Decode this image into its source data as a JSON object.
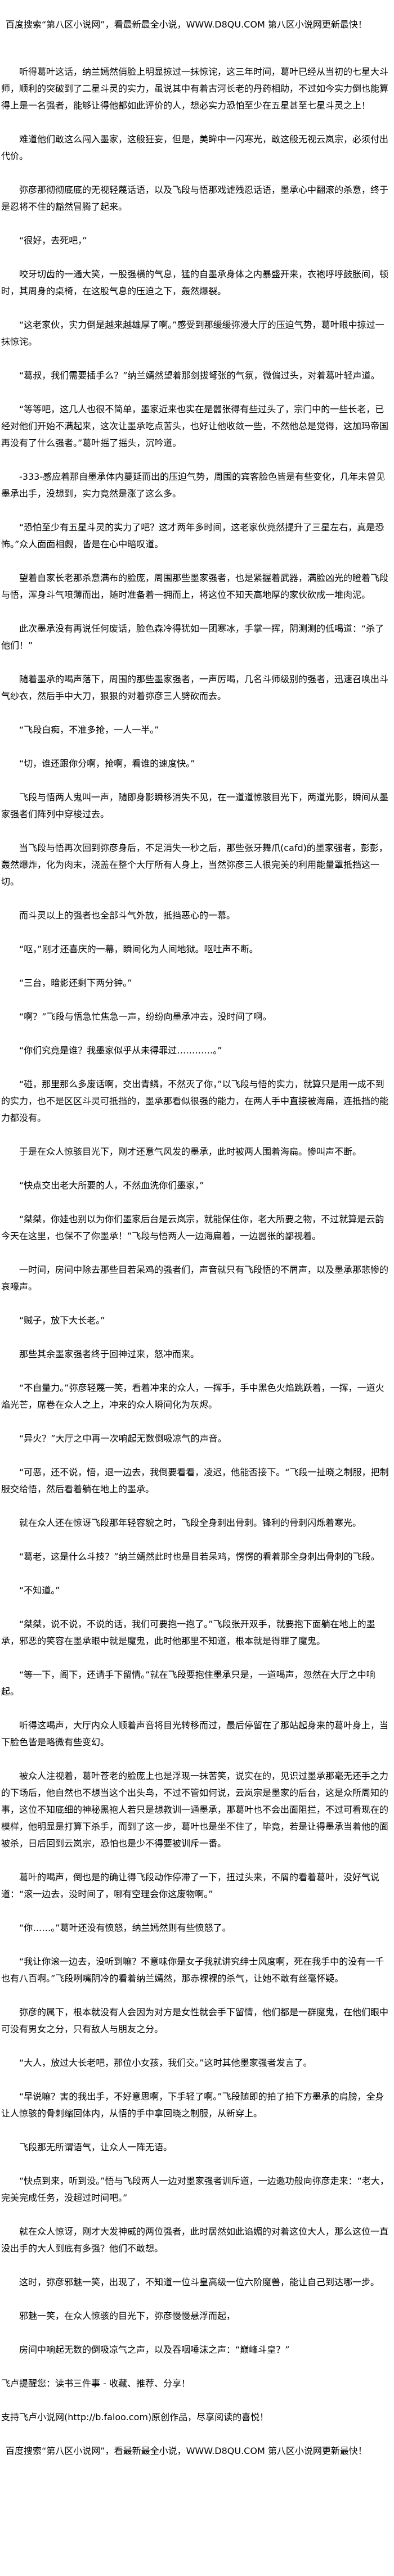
{
  "header": {
    "ad_text": "百度搜索“第八区小说网”，看最新最全小说，WWW.D8QU.COM  第八区小说网更新最快！"
  },
  "paragraphs": [
    "听得葛叶这话，纳兰嫣然俏脸上明显掠过一抹惊诧，这三年时间，葛叶已经从当初的七星大斗师，顺利的突破到了二星斗灵的实力，虽说其中有着古河长老的丹药相助，不过如今实力倒也能算得上是一名强者，能够让得他都如此评价的人，想必实力恐怕至少在五星甚至七星斗灵之上！",
    "难道他们敢这么闯入墨家，这般狂妄，但是，美眸中一闪寒光，敢这般无视云岚宗，必须付出代价。",
    "弥彦那彻彻底底的无视轻蔑话语，以及飞段与悟那戏谑残忍话语，墨承心中翻滚的杀意，终于是忍将不住的豁然冒腾了起来。",
    "“很好，去死吧，”",
    "咬牙切齿的一通大笑，一股强横的气息，猛的自墨承身体之内暴盛开来，衣袍呼呼鼓胀间，顿时，其周身的桌椅，在这股气息的压迫之下，轰然爆裂。",
    "“这老家伙，实力倒是越来越雄厚了啊。”感受到那缓缓弥漫大厅的压迫气势，葛叶眼中掠过一抹惊诧。",
    "“葛叔，我们需要插手么？”纳兰嫣然望着那剑拔弩张的气氛，微偏过头，对着葛叶轻声道。",
    "“等等吧，这几人也很不简单，墨家近来也实在是嚣张得有些过头了，宗门中的一些长老，已经对他们开始不满起来，这次让墨承吃点苦头，也好让他收敛一些，不然他总是觉得，这加玛帝国再没有了什么强者。”葛叶摇了摇头，沉吟道。",
    "-333-感应着那自墨承体内蔓延而出的压迫气势，周围的宾客脸色皆是有些变化，几年未曾见墨承出手，没想到，实力竟然是涨了这么多。",
    "“恐怕至少有五星斗灵的实力了吧？这才两年多时间，这老家伙竟然提升了三星左右，真是恐怖。”众人面面相觑，皆是在心中暗叹道。",
    "望着自家长老那杀意满布的脸庞，周围那些墨家强者，也是紧握着武器，满脸凶光的瞪着飞段与悟，浑身斗气喷薄而出，随时准备着一拥而上，将这位不知天高地厚的家伙砍成一堆肉泥。",
    "此次墨承没有再说任何废话，脸色森冷得犹如一团寒冰，手掌一挥，阴测测的低喝道：“杀了他们！”",
    "随着墨承的喝声落下，周围的那些墨家强者，一声厉喝，几名斗师级别的强者，迅速召唤出斗气纱衣，然后手中大刀，狠狠的对着弥彦三人劈砍而去。",
    "“飞段白痴，不准多抢，一人一半。”",
    "“切，谁还跟你分啊，抢啊，看谁的速度快。”",
    "飞段与悟两人鬼叫一声，随即身影瞬移消失不见，在一道道惊骇目光下，两道光影，瞬间从墨家强者们阵列中穿梭过去。",
    "当飞段与悟再次回到弥彦身后，不足消失一秒之后，那些张牙舞爪(cafd)的墨家强者，彭彭，轰然爆炸，化为肉末，浇盖在整个大厅所有人身上，当然弥彦三人很完美的利用能量罩抵挡这一切。",
    "而斗灵以上的强者也全部斗气外放，抵挡恶心的一幕。",
    "“呕，”刚才还喜庆的一幕，瞬间化为人间地狱。呕吐声不断。",
    "“三台，暗影还剩下两分钟。”",
    "“啊？”飞段与悟急忙焦急一声，纷纷向墨承冲去，没时间了啊。",
    "“你们究竟是谁？我墨家似乎从未得罪过…………。”",
    "“碰，那里那么多废话啊，交出青鳞，不然灭了你，”以飞段与悟的实力，就算只是用一成不到的实力，也不是区区斗灵可抵挡的，墨承那看似很强的能力，在两人手中直接被海扁，连抵挡的能力都没有。",
    "于是在众人惊骇目光下，刚才还意气风发的墨承，此时被两人围着海扁。惨叫声不断。",
    "“快点交出老大所要的人，不然血洗你们墨家，”",
    "“桀桀，你娃也别以为你们墨家后台是云岚宗，就能保住你，老大所要之物，不过就算是云韵今天在这里，也保不了你墨承！”飞段与悟两人一边海扁着，一边嚣张的鄙视着。",
    "一时间，房间中除去那些目若呆鸡的强者们，声音就只有飞段悟的不屑声，以及墨承那悲惨的哀嚎声。",
    "“贼子，放下大长老。”",
    "那些其余墨家强者终于回神过来，怒冲而来。",
    "“不自量力。”弥彦轻蔑一笑，看着冲来的众人，一挥手，手中黑色火焰跳跃着，一挥，一道火焰光芒，席卷在众人之上，冲来的众人瞬间化为灰烬。",
    "“异火？”大厅之中再一次响起无数倒吸凉气的声音。",
    "“可恶，还不说，悟，退一边去，我倒要看看，凌迟，他能否接下。“飞段一扯晓之制服，把制服交给悟，然后看着躺在地上的墨承。",
    "就在众人还在惊讶飞段那年轻容貌之时，飞段全身刺出骨刺。锋利的骨刺闪烁着寒光。",
    "“葛老，这是什么斗技？”纳兰嫣然此时也是目若呆鸡，愣愣的看着那全身刺出骨刺的飞段。",
    "“不知道。”",
    "“桀桀，说不说，不说的话，我们可要抱一抱了。”飞段张开双手，就要抱下面躺在地上的墨承，邪恶的笑容在墨承眼中就是魔鬼，此时他那里不知道，根本就是得罪了魔鬼。",
    "“等一下，阁下，还请手下留情。”就在飞段要抱住墨承只是，一道喝声，忽然在大厅之中响起。",
    "听得这喝声，大厅内众人顺着声音将目光转移而过，最后停留在了那站起身来的葛叶身上，当下脸色皆是略微有些变幻。",
    "被众人注视着，葛叶苍老的脸庞上也是浮现一抹苦笑，说实在的，见识过墨承那毫无还手之力的下场后，他自然也不想当这个出头鸟，不过不管如何说，云岚宗是墨家的后台，这是众所周知的事，这位不知底细的神秘黑袍人若只是想教训一通墨承，那葛叶也不会出面阻拦，不过可看现在的模样，他明显是打算下杀手，而到了这一步，葛叶也是坐不住了，毕竟，若是让得墨承当着他的面被杀，日后回到云岚宗，恐怕也是少不得要被训斥一番。",
    "葛叶的喝声，倒也是的确让得飞段动作停滞了一下，扭过头来，不屑的看着葛叶，没好气说道：“滚一边去，没时间了，哪有空理会你这废物啊。”",
    "“你……。”葛叶还没有愤怒，纳兰嫣然则有些愤怒了。",
    "“我让你滚一边去，没听到嘛？不意味你是女子我就讲究绅士风度啊，死在我手中的没有一千也有八百啊。”飞段咧嘴阴冷的看着纳兰嫣然，那赤裸裸的杀气，让她不敢有丝毫怀疑。",
    "弥彦的属下，根本就没有人会因为对方是女性就会手下留情，他们都是一群魔鬼，在他们眼中可没有男女之分，只有敌人与朋友之分。",
    "“大人，放过大长老吧，那位小女孩，我们交。”这时其他墨家强者发言了。",
    "“早说嘛？害的我出手，不好意思啊，下手轻了啊。”飞段随即的拍了拍下方墨承的肩膀，全身让人惊骇的骨刺缩回体内，从悟的手中拿回晓之制服，从新穿上。",
    "飞段那无所谓语气，让众人一阵无语。",
    "“快点到来，听到没。”悟与飞段两人一边对墨家强者训斥道，一边邀功般向弥彦走来：“老大，完美完成任务，没超过时间吧。”",
    "就在众人惊讶，刚才大发神威的两位强者，此时居然如此谄媚的对着这位大人，那么这位一直没出手的大人到底有多强？他们不敢想。",
    "这时，弥彦邪魅一笑，出现了，不知道一位斗皇高级一位六阶魔兽，能让自己到达哪一步。",
    "邪魅一笑，在众人惊骇的目光下，弥彦慢慢悬浮而起，",
    "房间中响起无数的倒吸凉气之声，以及吞咽唾沫之声：“巅峰斗皇？”"
  ],
  "footer": {
    "reminder": "飞卢提醒您：读书三件事 - 收藏、推荐、分享！",
    "support": "支持飞卢小说网(http://b.faloo.com)原创作品，尽享阅读的喜悦！",
    "ad_text": "百度搜索“第八区小说网”，看最新最全小说，WWW.D8QU.COM  第八区小说网更新最快！"
  }
}
